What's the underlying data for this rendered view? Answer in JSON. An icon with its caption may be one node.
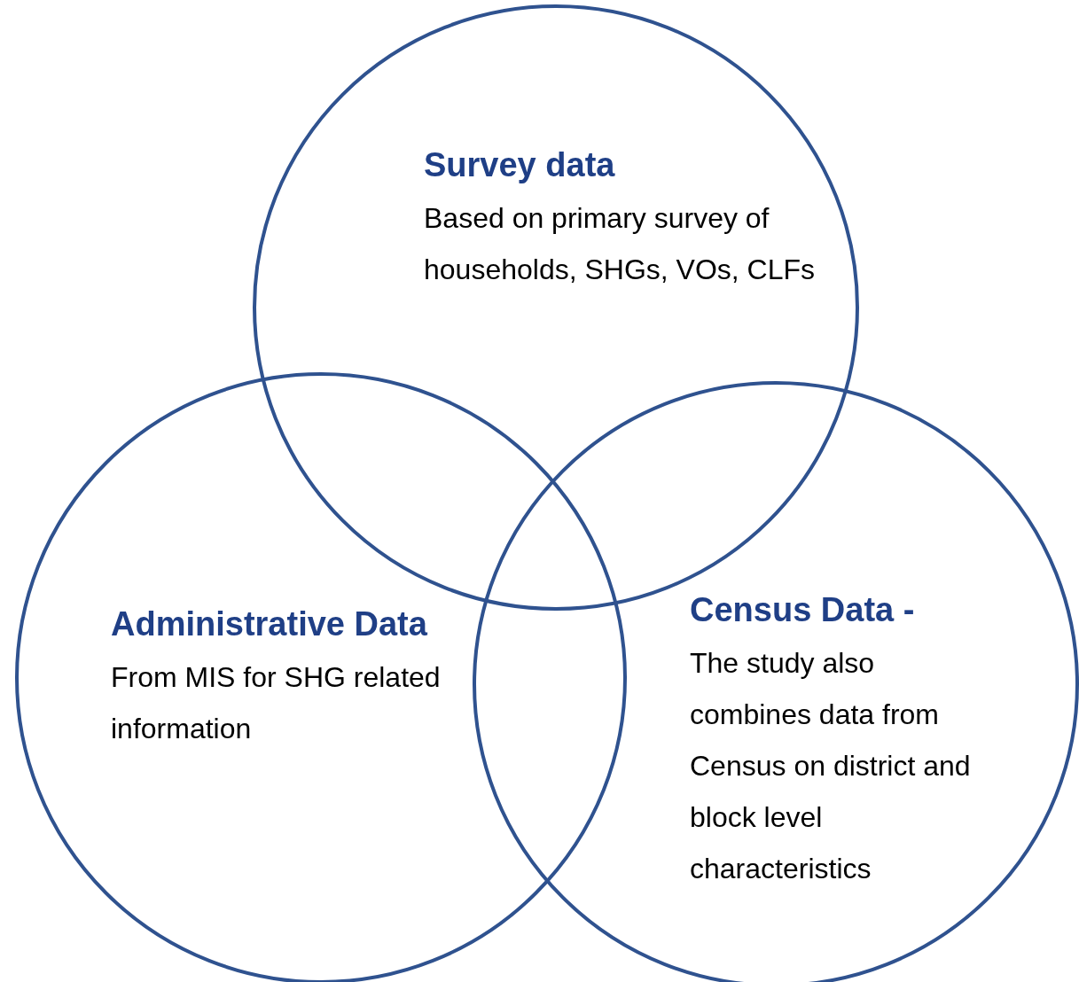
{
  "diagram": {
    "nodes": [
      {
        "text": [
          "Survey data",
          "Based on primary survey of households, SHGs, VOs, CLFs"
        ]
      },
      {
        "text": [
          "Administrative Data",
          "From MIS for SHG related information"
        ]
      },
      {
        "text": [
          "Census Data -",
          "The study also combines data from Census on district and block level characteristics"
        ]
      }
    ]
  }
}
